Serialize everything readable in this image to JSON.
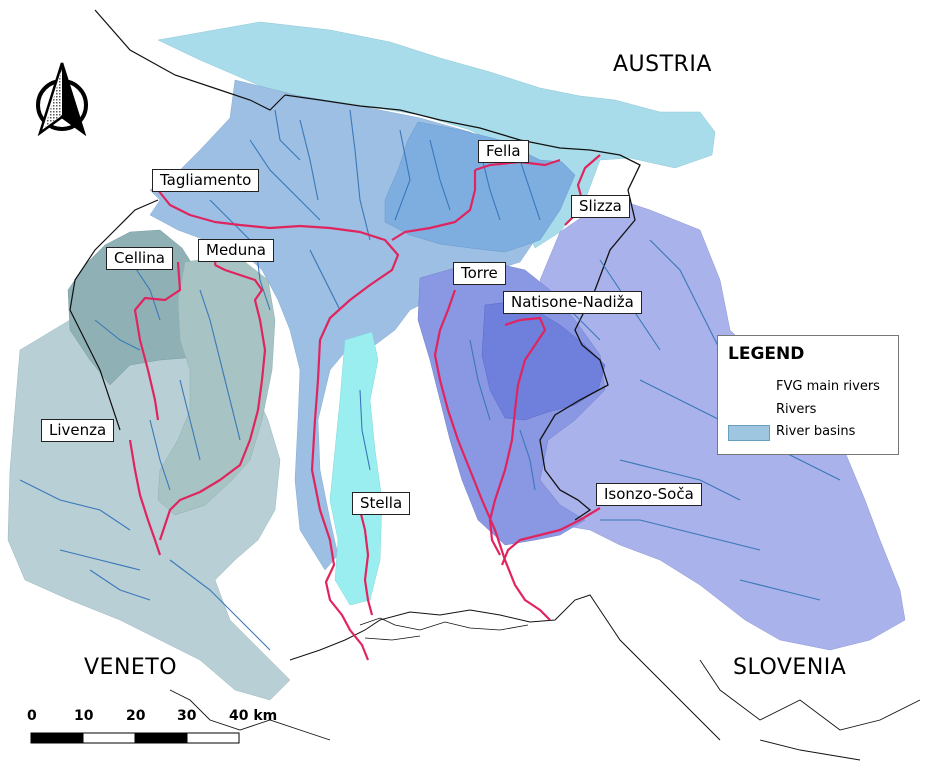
{
  "regions": {
    "austria": "AUSTRIA",
    "slovenia": "SLOVENIA",
    "veneto": "VENETO"
  },
  "rivers": {
    "tagliamento": "Tagliamento",
    "fella": "Fella",
    "slizza": "Slizza",
    "cellina": "Cellina",
    "meduna": "Meduna",
    "torre": "Torre",
    "natisone": "Natisone-Nadiža",
    "livenza": "Livenza",
    "stella": "Stella",
    "isonzo": "Isonzo-Soča"
  },
  "legend": {
    "title": "LEGEND",
    "main_rivers": "FVG main rivers",
    "rivers": "Rivers",
    "basins": "River basins"
  },
  "scale": {
    "ticks": [
      "0",
      "10",
      "20",
      "30",
      "40 km"
    ]
  },
  "colors": {
    "main_river": "#e0245e",
    "river": "#3a78b8",
    "basin_legend": "#9ec6e0",
    "slizza_basin": "#a8dcea",
    "tagliamento_basin": "#9cbfe3",
    "fella_basin": "#7eaee0",
    "livenza_basin": "#b8cfd6",
    "cellina_basin": "#8fb1b6",
    "meduna_basin": "#a7c3c3",
    "stella_basin": "#9aeef0",
    "isonzo_basin": "#a9b2ea",
    "torre_basin": "#8a97e2",
    "natisone_basin": "#6f7fdc"
  },
  "icons": {
    "north_arrow": "north-arrow-icon"
  }
}
